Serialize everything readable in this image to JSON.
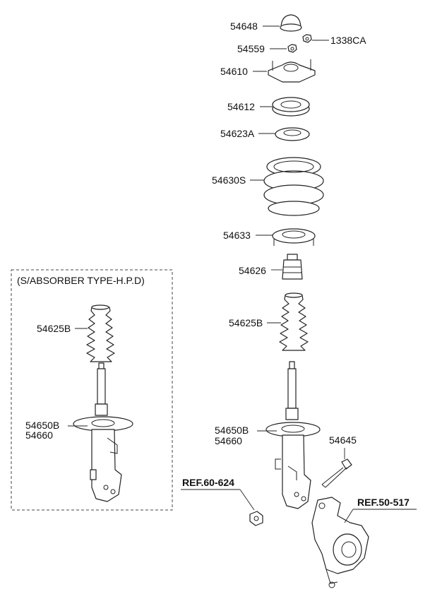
{
  "variant_box": {
    "title": "(S/ABSORBER TYPE-H.P.D)",
    "boot_label": "54625B",
    "strut_label_1": "54650B",
    "strut_label_2": "54660"
  },
  "parts": {
    "p54648": "54648",
    "p1338CA": "1338CA",
    "p54559": "54559",
    "p54610": "54610",
    "p54612": "54612",
    "p54623A": "54623A",
    "p54630S": "54630S",
    "p54633": "54633",
    "p54626": "54626",
    "p54625B": "54625B",
    "p54650B": "54650B",
    "p54660": "54660",
    "p54645": "54645"
  },
  "refs": {
    "ref_60_624": "REF.60-624",
    "ref_50_517": "REF.50-517"
  }
}
